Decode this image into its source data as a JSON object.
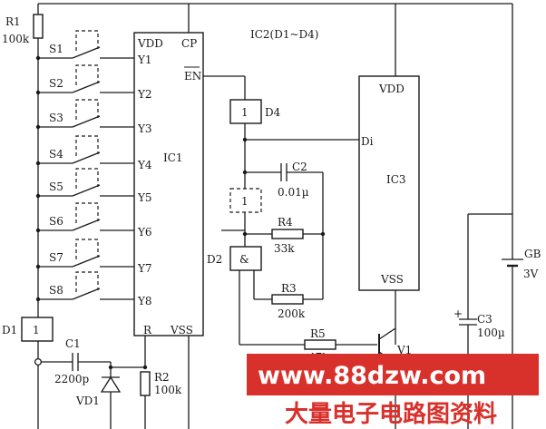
{
  "labels": {
    "r1": "R1",
    "r1_val": "100k",
    "switches": [
      "S1",
      "S2",
      "S3",
      "S4",
      "S5",
      "S6",
      "S7",
      "S8"
    ],
    "ic1_vdd": "VDD",
    "ic1_cp": "CP",
    "ic1_pins": [
      "Y1",
      "Y2",
      "Y3",
      "Y4",
      "Y5",
      "Y6",
      "Y7",
      "Y8"
    ],
    "ic1_en": "EN",
    "ic1_name": "IC1",
    "ic1_r": "R",
    "ic1_vss": "VSS",
    "ic2_note": "IC2(D1~D4)",
    "d4_sym": "1",
    "d4": "D4",
    "ic3_vdd": "VDD",
    "ic3_di": "Di",
    "ic3_name": "IC3",
    "ic3_vss": "VSS",
    "c2": "C2",
    "c2_val": "0.01µ",
    "r4": "R4",
    "r4_val": "33k",
    "d2_sym": "&",
    "d2": "D2",
    "r3": "R3",
    "r3_val": "200k",
    "gb": "GB",
    "gb_val": "3V",
    "c3": "C3",
    "c3_val": "100µ",
    "r5": "R5",
    "r5_val": "47k",
    "v1": "V1",
    "d1": "D1",
    "d1_sym": "1",
    "c1": "C1",
    "c1_val": "2200p",
    "vd1": "VD1",
    "r2": "R2",
    "r2_val": "100k",
    "d3_sym": "1"
  },
  "watermark": {
    "url": "www.88dzw.com",
    "text_cn": "大量电子电路图资料",
    "band_color": "#d8312c"
  }
}
